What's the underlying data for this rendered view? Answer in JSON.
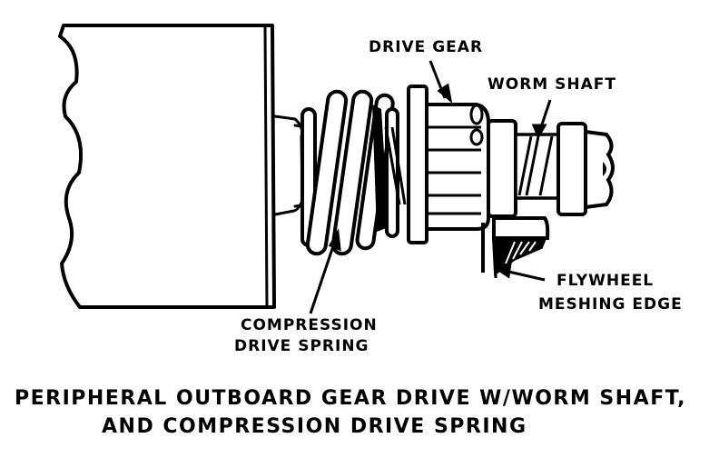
{
  "labels": {
    "drive_gear": "DRIVE GEAR",
    "worm_shaft": "WORM SHAFT",
    "flywheel_line1": "FLYWHEEL",
    "flywheel_line2": "MESHING EDGE",
    "spring_line1": "COMPRESSION",
    "spring_line2": "DRIVE SPRING"
  },
  "caption": {
    "line1": "PERIPHERAL OUTBOARD GEAR DRIVE W/WORM SHAFT,",
    "line2": "AND COMPRESSION DRIVE SPRING"
  },
  "colors": {
    "ink": "#000000",
    "paper": "#ffffff"
  }
}
